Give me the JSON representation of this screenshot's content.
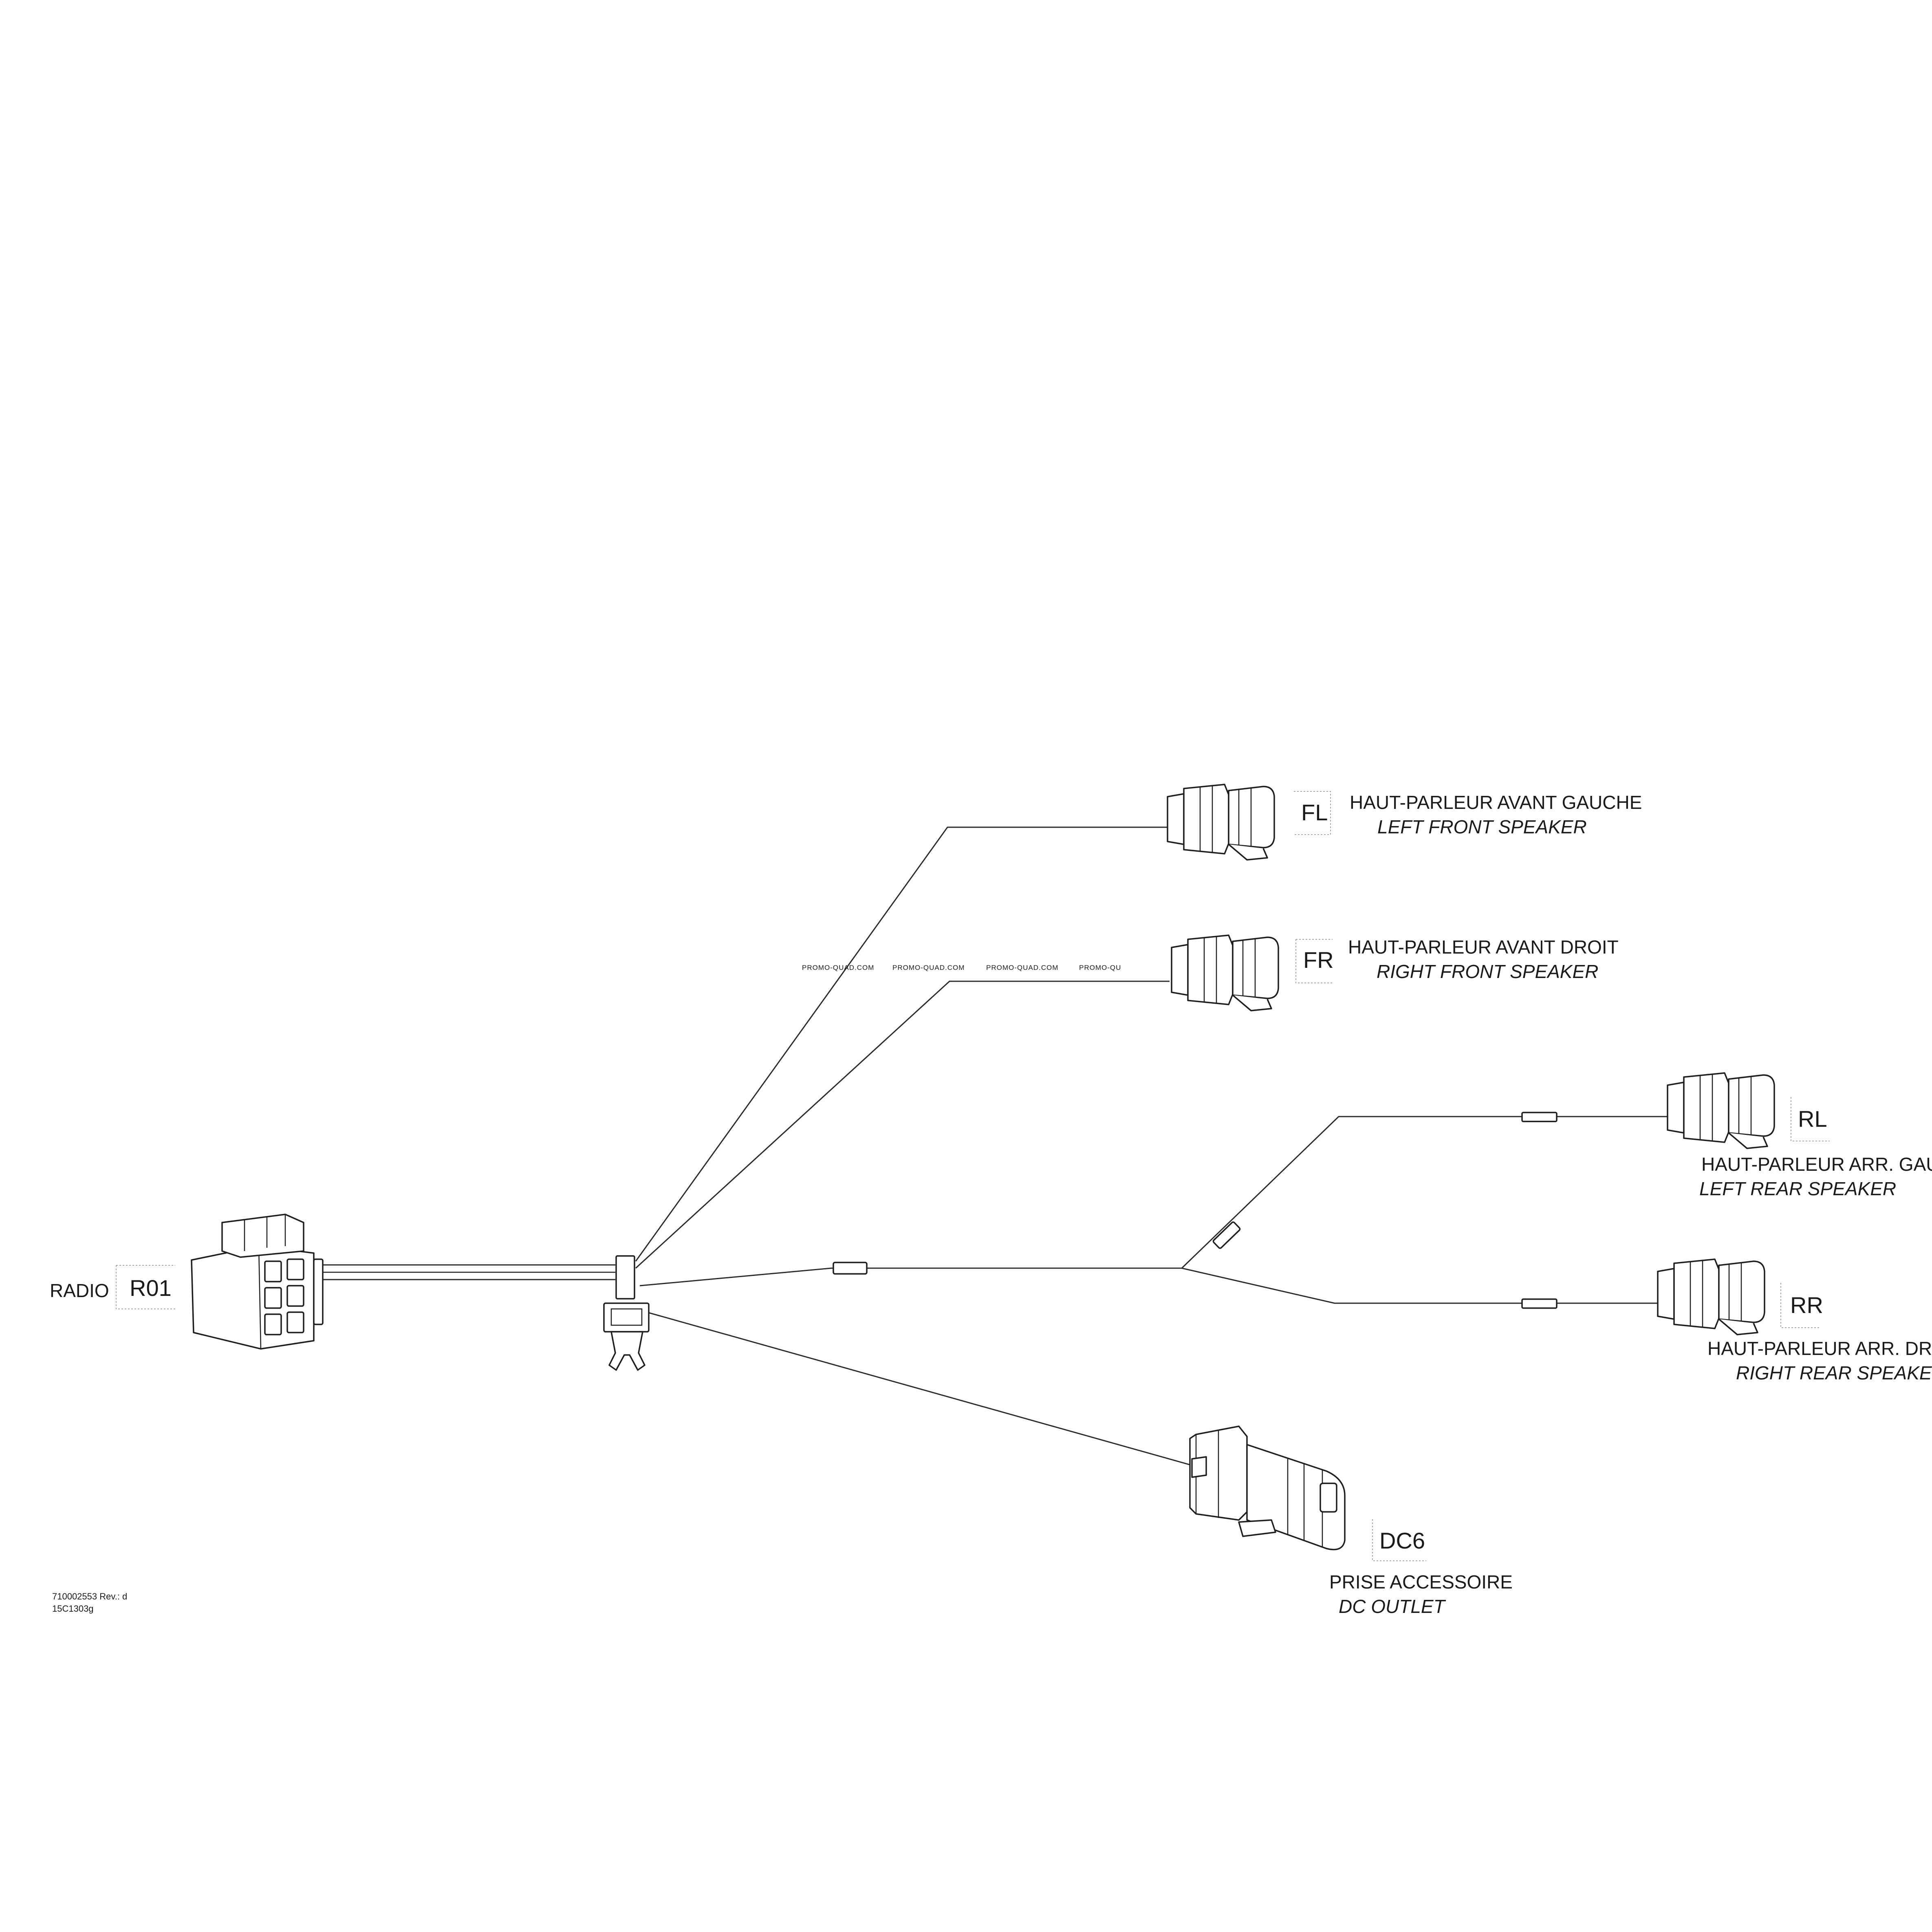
{
  "radio": {
    "name": "RADIO",
    "code": "R01"
  },
  "fl": {
    "code": "FL",
    "label_fr": "HAUT-PARLEUR AVANT GAUCHE",
    "label_en": "LEFT FRONT SPEAKER"
  },
  "fr": {
    "code": "FR",
    "label_fr": "HAUT-PARLEUR AVANT DROIT",
    "label_en": "RIGHT FRONT SPEAKER"
  },
  "rl": {
    "code": "RL",
    "label_fr": "HAUT-PARLEUR ARR. GAUCHE",
    "label_en": "LEFT REAR SPEAKER"
  },
  "rr": {
    "code": "RR",
    "label_fr": "HAUT-PARLEUR ARR. DROIT",
    "label_en": "RIGHT REAR SPEAKER"
  },
  "dc6": {
    "code": "DC6",
    "label_fr": "PRISE ACCESSOIRE",
    "label_en": "DC OUTLET"
  },
  "footer": {
    "part_number": "710002553 Rev.: d",
    "figure_id": "15C1303g"
  },
  "watermark": [
    "PROMO-QUAD.COM",
    "PROMO-QUAD.COM",
    "PROMO-QUAD.COM",
    "PROMO-QU"
  ]
}
